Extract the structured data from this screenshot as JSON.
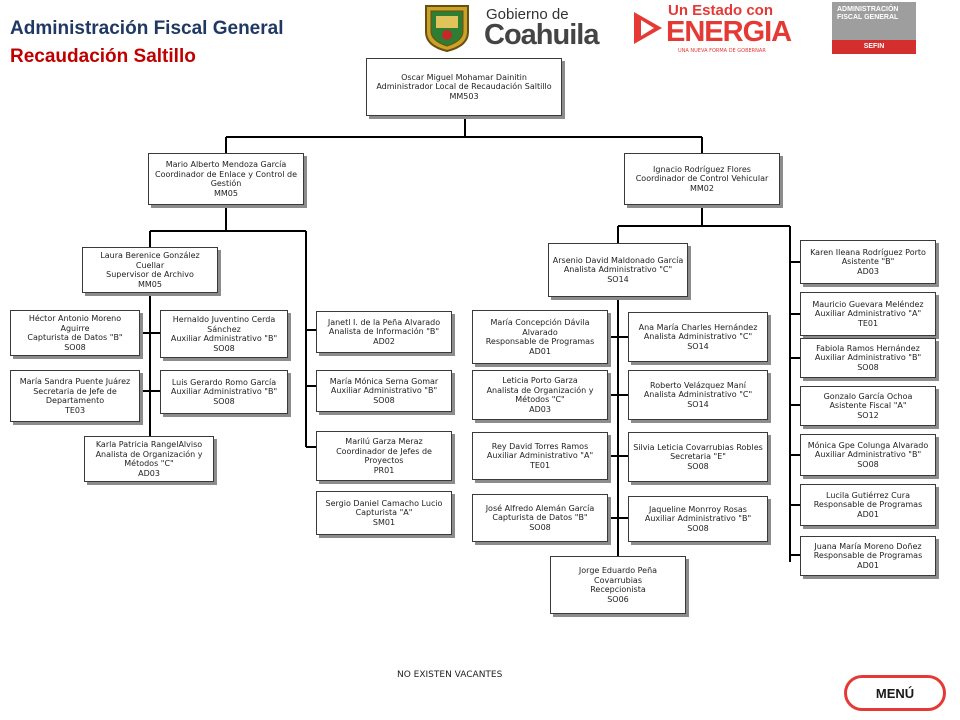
{
  "header": {
    "title": "Administración Fiscal General",
    "subtitle": "Recaudación Saltillo"
  },
  "logos": {
    "gobierno_small": "Gobierno de",
    "gobierno_big": "Coahuila",
    "energia_line1": "Un Estado con",
    "energia_line2": "ENERGIA",
    "energia_tagline": "UNA NUEVA FORMA DE GOBERNAR",
    "sefin_line1": "ADMINISTRACIÓN",
    "sefin_line2": "FISCAL GENERAL",
    "sefin_line3": "SEFIN",
    "seal_icon": "coahuila-seal-icon",
    "gob_icon": "gobierno-coahuila-logo",
    "energia_icon": "energia-logo",
    "sefin_icon": "sefin-logo"
  },
  "nodes": {
    "root": [
      "Oscar Miguel Mohamar Dainitin",
      "Administrador Local de Recaudación Saltillo",
      "MM503"
    ],
    "mario": [
      "Mario Alberto Mendoza García",
      "Coordinador de Enlace y Control de Gestión",
      "MM05"
    ],
    "ignacio": [
      "Ignacio Rodríguez Flores",
      "Coordinador de Control Vehicular",
      "MM02"
    ],
    "laura": [
      "Laura Berenice González Cuellar",
      "Supervisor de Archivo",
      "MM05"
    ],
    "hector": [
      "Héctor Antonio Moreno Aguirre",
      "Capturista de Datos \"B\"",
      "SO08"
    ],
    "maria_sandra": [
      "María Sandra Puente Juárez",
      "Secretaria de Jefe de Departamento",
      "TE03"
    ],
    "karla": [
      "Karla Patricia RangelAlviso",
      "Analista de Organización y Métodos \"C\"",
      "AD03"
    ],
    "hernaldo": [
      "Hernaldo Juventino Cerda Sánchez",
      "Auxiliar Administrativo \"B\"",
      "SO08"
    ],
    "luis": [
      "Luis Gerardo Romo García",
      "Auxiliar Administrativo \"B\"",
      "SO08"
    ],
    "janeth": [
      "Janetl I. de la Peña Alvarado",
      "Analista de Información \"B\"",
      "AD02"
    ],
    "maria_monica": [
      "María Mónica Serna Gomar",
      "Auxiliar Administrativo \"B\"",
      "SO08"
    ],
    "marilu": [
      "Marilú Garza Meraz",
      "Coordinador de Jefes de Proyectos",
      "PR01"
    ],
    "sergio": [
      "Sergio Daniel Camacho Lucio",
      "Capturista \"A\"",
      "SM01"
    ],
    "arsenio": [
      "Arsenio David Maldonado García",
      "Analista Administrativo \"C\"",
      "SO14"
    ],
    "maria_concepcion": [
      "María Concepción Dávila Alvarado",
      "Responsable de Programas",
      "AD01"
    ],
    "leticia": [
      "Leticia Porto Garza",
      "Analista de Organización y Métodos \"C\"",
      "AD03"
    ],
    "rey": [
      "Rey David Torres Ramos",
      "Auxiliar Administrativo \"A\"",
      "TE01"
    ],
    "jose": [
      "José Alfredo Alemán García",
      "Capturista de Datos \"B\"",
      "SO08"
    ],
    "ana": [
      "Ana María Charles Hernández",
      "Analista Administrativo \"C\"",
      "SO14"
    ],
    "roberto": [
      "Roberto Velázquez Maní",
      "Analista Administrativo \"C\"",
      "SO14"
    ],
    "silvia": [
      "Silvia Leticia Covarrubias Robles",
      "Secretaria \"E\"",
      "SO08"
    ],
    "jaqueline": [
      "Jaqueline Monrroy Rosas",
      "Auxiliar Administrativo \"B\"",
      "SO08"
    ],
    "jorge": [
      "Jorge Eduardo Peña Covarrubias",
      "Recepcionista",
      "SO06"
    ],
    "karen": [
      "Karen Ileana Rodríguez Porto",
      "Asistente \"B\"",
      "AD03"
    ],
    "mauricio": [
      "Mauricio Guevara Meléndez",
      "Auxiliar Administrativo \"A\"",
      "TE01"
    ],
    "fabiola": [
      "Fabiola Ramos Hernández",
      "Auxiliar Administrativo \"B\"",
      "SO08"
    ],
    "gonzalo": [
      "Gonzalo García Ochoa",
      "Asistente Fiscal \"A\"",
      "SO12"
    ],
    "monica_gpe": [
      "Mónica Gpe Colunga Alvarado",
      "Auxiliar Administrativo \"B\"",
      "SO08"
    ],
    "lucila": [
      "Lucila Gutiérrez Cura",
      "Responsable de Programas",
      "AD01"
    ],
    "juana": [
      "Juana María Moreno Doñez",
      "Responsable de Programas",
      "AD01"
    ]
  },
  "footer": {
    "note": "NO EXISTEN VACANTES",
    "menu_label": "MENÚ"
  },
  "colors": {
    "title": "#1f3864",
    "subtitle": "#c00000",
    "menu_border": "#e53935",
    "connector": "#000000"
  }
}
